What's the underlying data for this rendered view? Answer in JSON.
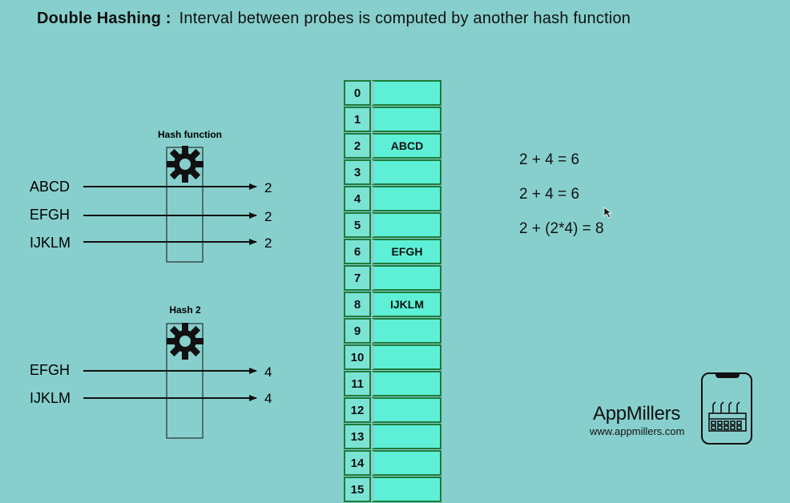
{
  "title": {
    "bold": "Double Hashing :",
    "rest": "Interval between probes is computed by another hash function"
  },
  "hash_function": {
    "label": "Hash function",
    "inputs": [
      {
        "key": "ABCD",
        "output": "2"
      },
      {
        "key": "EFGH",
        "output": "2"
      },
      {
        "key": "IJKLM",
        "output": "2"
      }
    ]
  },
  "hash2": {
    "label": "Hash 2",
    "inputs": [
      {
        "key": "EFGH",
        "output": "4"
      },
      {
        "key": "IJKLM",
        "output": "4"
      }
    ]
  },
  "table": {
    "rows": [
      {
        "index": "0",
        "value": ""
      },
      {
        "index": "1",
        "value": ""
      },
      {
        "index": "2",
        "value": "ABCD"
      },
      {
        "index": "3",
        "value": ""
      },
      {
        "index": "4",
        "value": ""
      },
      {
        "index": "5",
        "value": ""
      },
      {
        "index": "6",
        "value": "EFGH"
      },
      {
        "index": "7",
        "value": ""
      },
      {
        "index": "8",
        "value": "IJKLM"
      },
      {
        "index": "9",
        "value": ""
      },
      {
        "index": "10",
        "value": ""
      },
      {
        "index": "11",
        "value": ""
      },
      {
        "index": "12",
        "value": ""
      },
      {
        "index": "13",
        "value": ""
      },
      {
        "index": "14",
        "value": ""
      },
      {
        "index": "15",
        "value": ""
      }
    ]
  },
  "equations": [
    "2 + 4 = 6",
    "2 + 4 = 6",
    "2 + (2*4) = 8"
  ],
  "brand": {
    "name": "AppMillers",
    "url": "www.appmillers.com"
  },
  "icons": {
    "gear": "gear-icon",
    "factory": "factory-icon",
    "cursor": "mouse-cursor-icon"
  },
  "colors": {
    "background": "#87cfcc",
    "cell": "#5df0d6",
    "index_cell": "#7be3d4",
    "cell_border": "#1f7a3a"
  }
}
